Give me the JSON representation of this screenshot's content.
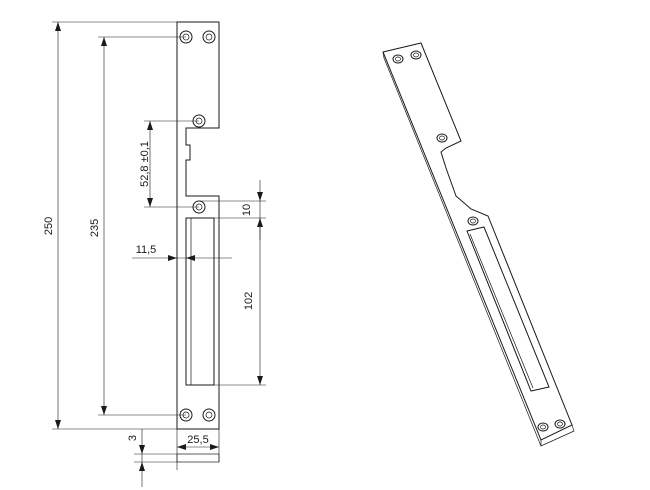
{
  "dimensions": {
    "overall_length": "250",
    "hole_spacing": "235",
    "notch_spacing": "52,8 ±0,1",
    "hole_to_slot": "10",
    "slot_offset": "11,5",
    "slot_length": "102",
    "thickness": "3",
    "width": "25,5"
  }
}
